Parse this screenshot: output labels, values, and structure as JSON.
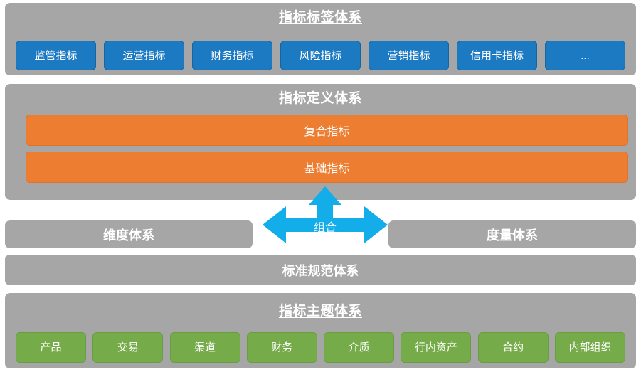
{
  "diagram": {
    "title": "指标标签体系",
    "colors": {
      "panel_gray": "#a6a6a6",
      "chip_blue": "#1b7ac2",
      "bar_orange": "#ed7d31",
      "chip_green": "#76ab49",
      "arrow_blue": "#13aee9",
      "text_white": "#ffffff",
      "background": "#ffffff"
    }
  },
  "label_system": {
    "title": "指标标签体系",
    "chips": [
      {
        "label": "监管指标"
      },
      {
        "label": "运营指标"
      },
      {
        "label": "财务指标"
      },
      {
        "label": "风险指标"
      },
      {
        "label": "营销指标"
      },
      {
        "label": "信用卡指标"
      },
      {
        "label": "..."
      }
    ]
  },
  "definition_system": {
    "title": "指标定义体系",
    "bars": [
      {
        "label": "复合指标"
      },
      {
        "label": "基础指标"
      }
    ]
  },
  "combination": {
    "label": "组合",
    "direction_up": "up-arrow",
    "direction_left": "left-arrow",
    "direction_right": "right-arrow"
  },
  "dimension_measure": {
    "left": "维度体系",
    "right": "度量体系"
  },
  "standards": {
    "label": "标准规范体系"
  },
  "subject_system": {
    "title": "指标主题体系",
    "chips": [
      {
        "label": "产品"
      },
      {
        "label": "交易"
      },
      {
        "label": "渠道"
      },
      {
        "label": "财务"
      },
      {
        "label": "介质"
      },
      {
        "label": "行内资产"
      },
      {
        "label": "合约"
      },
      {
        "label": "内部组织"
      }
    ]
  }
}
